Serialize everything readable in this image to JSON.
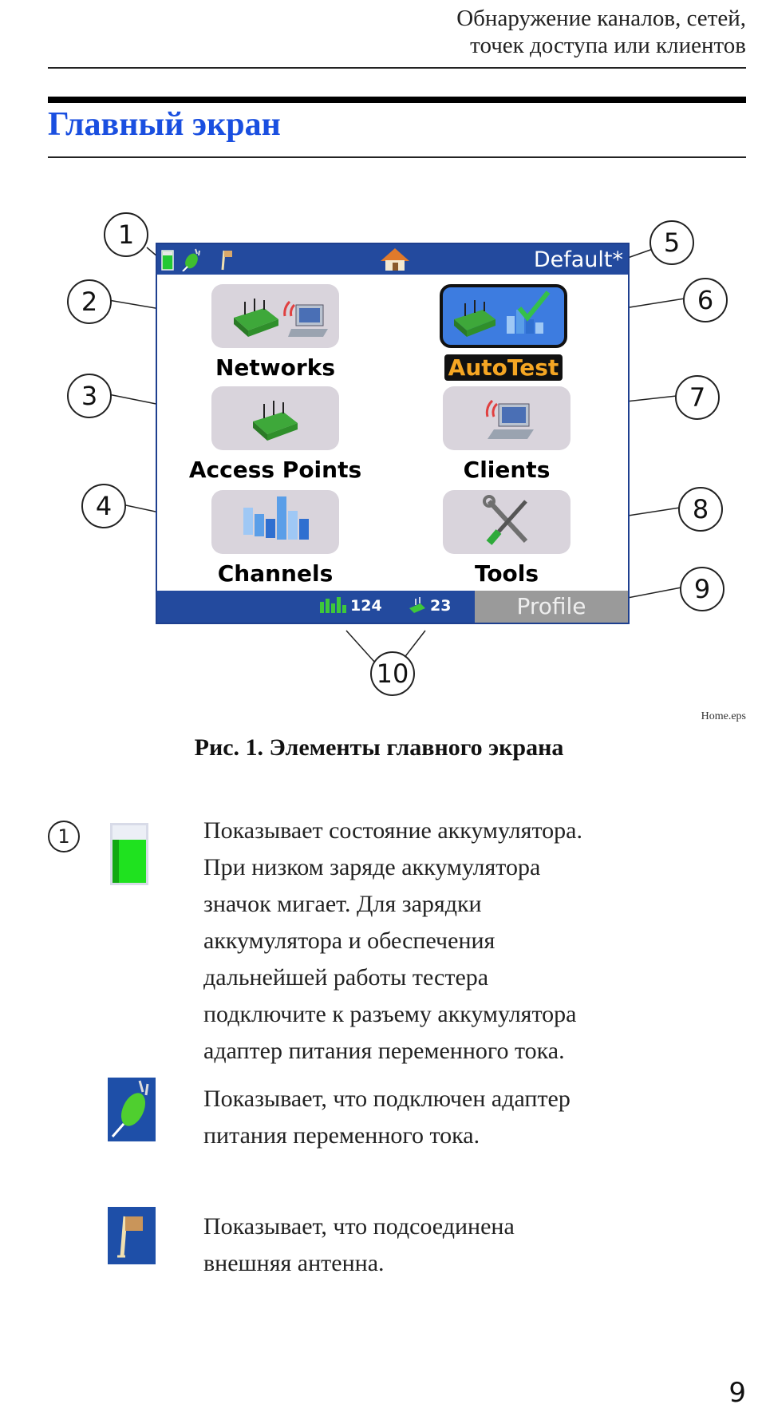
{
  "header": {
    "line1": "Обнаружение каналов, сетей,",
    "line2": "точек доступа или клиентов"
  },
  "section_title": "Главный экран",
  "screen": {
    "profile_name": "Default*",
    "tiles": [
      {
        "label": "Networks"
      },
      {
        "label": "AutoTest"
      },
      {
        "label": "Access Points"
      },
      {
        "label": "Clients"
      },
      {
        "label": "Channels"
      },
      {
        "label": "Tools"
      }
    ],
    "channel_count": "124",
    "ap_count": "23",
    "profile_button": "Profile"
  },
  "callouts": [
    "1",
    "2",
    "3",
    "4",
    "5",
    "6",
    "7",
    "8",
    "9",
    "10"
  ],
  "file_name": "Home.eps",
  "caption": "Рис. 1. Элементы главного экрана",
  "legend": {
    "marker": "1",
    "items": [
      {
        "text": [
          "Показывает состояние аккумулятора.",
          "При низком заряде аккумулятора",
          "значок мигает. Для зарядки",
          "аккумулятора и обеспечения",
          "дальнейшей работы тестера",
          "подключите к разъему аккумулятора",
          "адаптер питания переменного тока."
        ]
      },
      {
        "text": [
          "Показывает, что подключен адаптер",
          "питания переменного тока."
        ]
      },
      {
        "text": [
          "Показывает, что подсоединена",
          "внешняя антенна."
        ]
      }
    ]
  },
  "page_number": "9",
  "colors": {
    "title": "#1a4fe0",
    "bar": "#234a9e",
    "selected_label": "#f5a623"
  }
}
